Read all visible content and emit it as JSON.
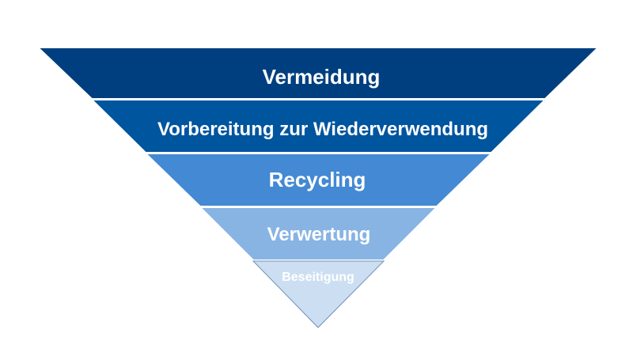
{
  "hierarchy": {
    "tiers": [
      {
        "label": "Vermeidung",
        "color": "#003f7f"
      },
      {
        "label": "Vorbereitung zur Wiederverwendung",
        "color": "#00559f"
      },
      {
        "label": "Recycling",
        "color": "#4389d3"
      },
      {
        "label": "Verwertung",
        "color": "#88b4e4"
      },
      {
        "label": "Beseitigung",
        "color": "#ccdff2"
      }
    ]
  }
}
